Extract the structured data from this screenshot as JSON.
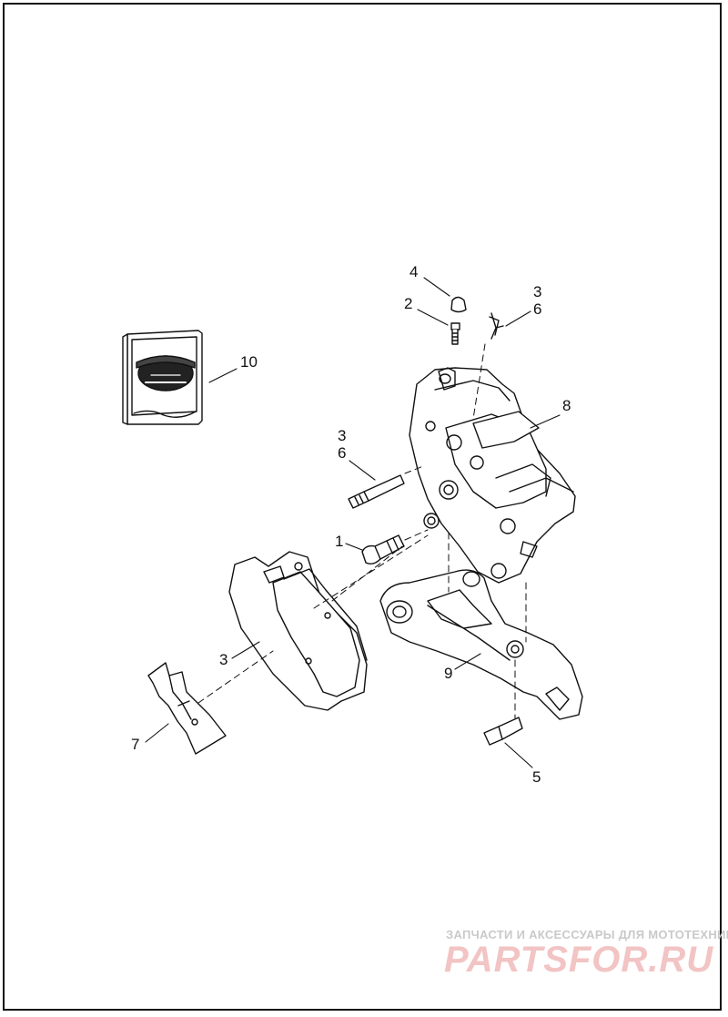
{
  "callouts": [
    {
      "id": "c1",
      "label": "1"
    },
    {
      "id": "c2",
      "label": "2"
    },
    {
      "id": "c3a",
      "label": "3"
    },
    {
      "id": "c6a",
      "label": "6"
    },
    {
      "id": "c3b",
      "label": "3"
    },
    {
      "id": "c6b",
      "label": "6"
    },
    {
      "id": "c3c",
      "label": "3"
    },
    {
      "id": "c4",
      "label": "4"
    },
    {
      "id": "c5",
      "label": "5"
    },
    {
      "id": "c7",
      "label": "7"
    },
    {
      "id": "c8",
      "label": "8"
    },
    {
      "id": "c9",
      "label": "9"
    },
    {
      "id": "c10",
      "label": "10"
    }
  ],
  "watermark": {
    "caption": "ЗАПЧАСТИ И АКСЕССУАРЫ ДЛЯ МОТОТЕХНИКИ",
    "logo": "PARTSFOR.RU"
  },
  "colors": {
    "line": "#111111",
    "watermark_caption": "#c9c9c9",
    "watermark_logo": "#f2c4c4"
  }
}
